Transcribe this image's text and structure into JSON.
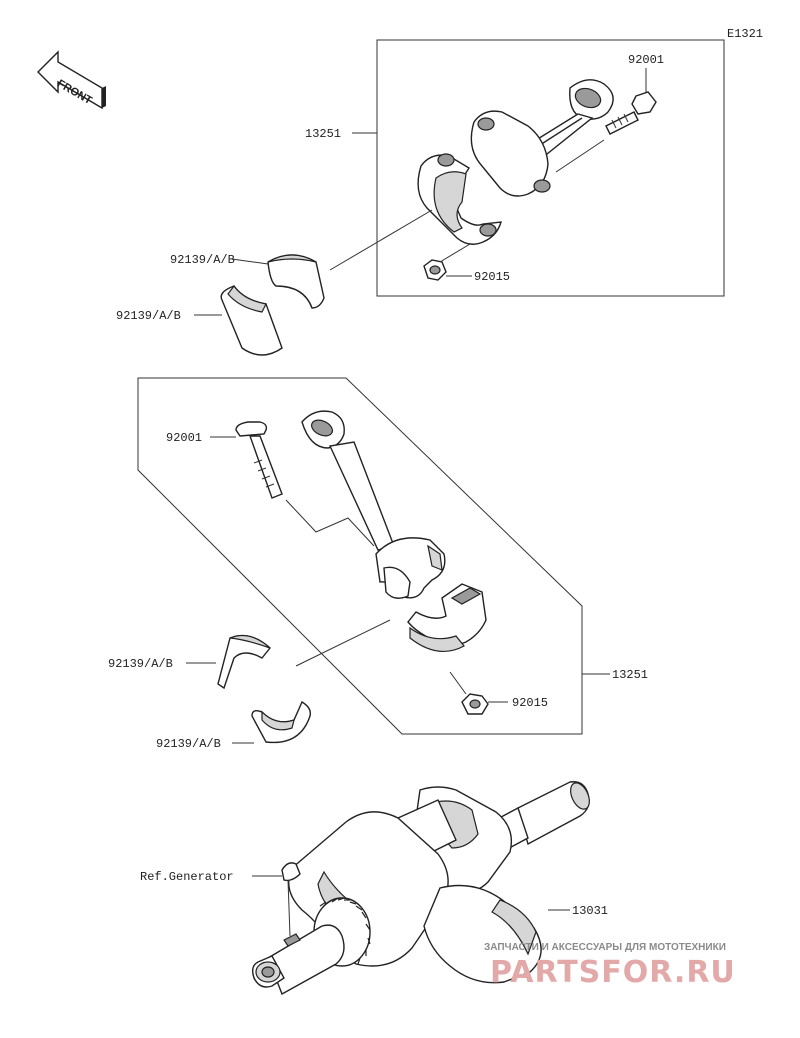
{
  "diagram_code": "E1321",
  "front_label": "FRONT",
  "labels": {
    "upper_rod_assy": "13251",
    "upper_bolt": "92001",
    "upper_nut": "92015",
    "upper_bearing_1": "92139/A/B",
    "upper_bearing_2": "92139/A/B",
    "lower_bolt": "92001",
    "lower_rod_assy": "13251",
    "lower_nut": "92015",
    "lower_bearing_1": "92139/A/B",
    "lower_bearing_2": "92139/A/B",
    "ref_generator": "Ref.Generator",
    "crankshaft": "13031"
  },
  "watermark": {
    "subtitle": "ЗАПЧАСТИ И АКСЕССУАРЫ ДЛЯ МОТОТЕХНИКИ",
    "brand": "PARTSFOR.RU"
  },
  "colors": {
    "line": "#222222",
    "watermark_brand": "#e3a8a8",
    "watermark_sub": "#8a8a8a"
  }
}
